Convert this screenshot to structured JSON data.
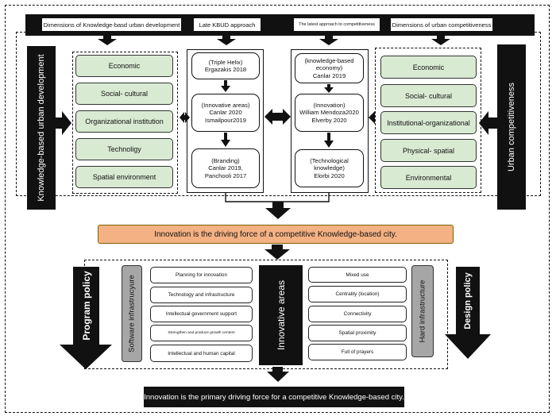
{
  "headers": {
    "h1": "Dimensions of Knowledge-basd urban development",
    "h2": "Late KBUD approach",
    "h3": "The latest approach to competitiveness",
    "h4": "Dimensions of urban competitiveness"
  },
  "left_bar": "Knowledge-based urban development",
  "right_bar": "Urban competitiveness",
  "kbud_dimensions": [
    "Economic",
    "Social- cultural",
    "Organizational institution",
    "Technoligy",
    "Spatial environment"
  ],
  "competitiveness_dimensions": [
    "Economic",
    "Social- cultural",
    "Institutional-organizational",
    "Physical- spatial",
    "Environmental"
  ],
  "kbud_refs": [
    [
      "(Triple Helix)",
      "Ergazakis 2018"
    ],
    [
      "(Innovative areas)",
      "Canlar 2020",
      "Ismailpour2019"
    ],
    [
      "(Branding)",
      "Canlar 2019,",
      "Panchooli 2017"
    ]
  ],
  "comp_refs": [
    [
      "(knowledge-based",
      "economy)",
      "Canlar 2019"
    ],
    [
      "(Innovation)",
      "William Mendoza2020",
      "Elverby 2020"
    ],
    [
      "(Technological",
      "knowledge)",
      "Elorbi 2020"
    ]
  ],
  "banner": "Innovation is the driving force of a competitive Knowledge-based city.",
  "program_policy": "Program policy",
  "design_policy": "Design policy",
  "software_infrastructure": "Software infrastrucyure",
  "hard_infrastructure": "Hard infrastructure",
  "innovative_areas": "Innovative areas",
  "software_items": [
    "Planning for innovation",
    "Technology and infrastructure",
    "Intellectual government support",
    "Strengthen and produce growth centers",
    "Intellectual and human capital"
  ],
  "hard_items": [
    "Mixed use",
    "Centrality (location)",
    "Connectivity",
    "Spatial proximity",
    "Full of prayers"
  ],
  "conclusion": "Innovation is the primary driving force for a competitive Knowledge-based city.",
  "colors": {
    "green": "#d9ead3",
    "orange": "#f4b183",
    "gray": "#a6a6a6",
    "black": "#111111"
  }
}
